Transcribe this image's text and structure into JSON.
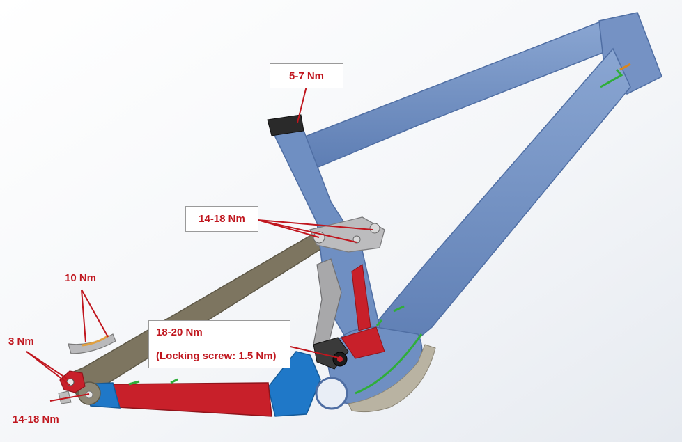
{
  "colors": {
    "frame_blue": "#6f8fc2",
    "frame_blue_dark": "#4f6ea3",
    "rear_triangle_brown": "#7d7560",
    "chainstay_red": "#c8202a",
    "chainstay_blue": "#1f78c8",
    "linkage_gray": "#b4b4b6",
    "accent_green": "#2fae3a",
    "callout_red": "#c0161e",
    "background": "#ffffff"
  },
  "labels": {
    "seat_clamp": "5-7 Nm",
    "rocker_pivots": "14-18 Nm",
    "brake_mount": "10 Nm",
    "derailleur_hanger": "3 Nm",
    "rear_axle_pivot": "14-18 Nm",
    "main_pivot": "18-20 Nm",
    "main_pivot_locking": "(Locking screw: 1.5 Nm)"
  }
}
